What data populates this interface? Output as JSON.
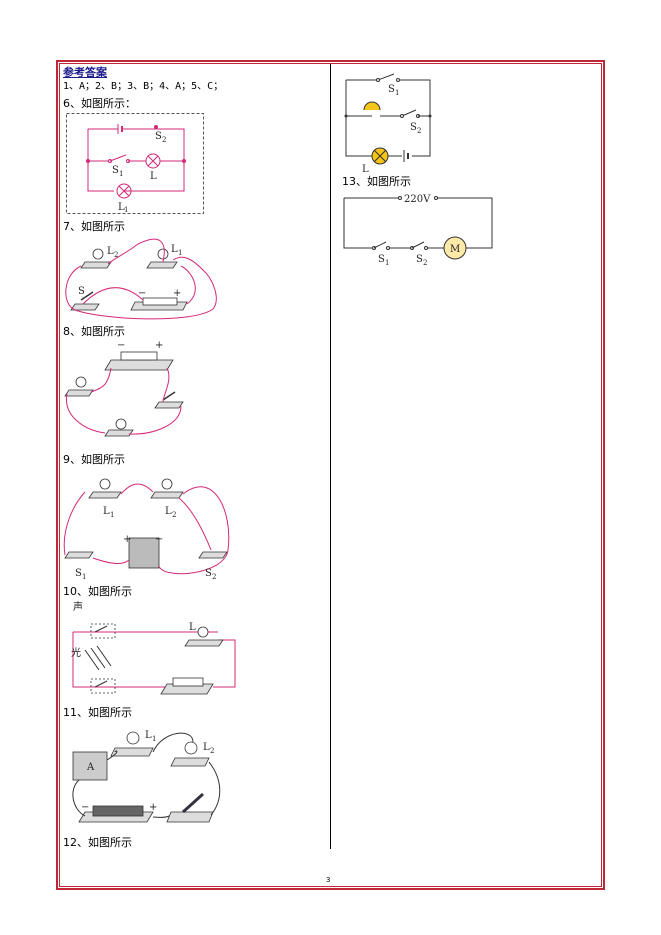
{
  "heading": "参考答案",
  "answers_line": "1、A；2、B；3、B；4、A；5、C；",
  "captions": {
    "q6": "6、如图所示：",
    "q7": "7、如图所示",
    "q8": "8、如图所示",
    "q9": "9、如图所示",
    "q10": "10、如图所示",
    "q11": "11、如图所示",
    "q12": "12、如图所示",
    "q13": "13、如图所示"
  },
  "fig6": {
    "s2": "S",
    "s2_sub": "2",
    "s1": "S",
    "s1_sub": "1",
    "l": "L",
    "l1": "L",
    "l1_sub": "1"
  },
  "fig7": {
    "l2": "L",
    "l2_sub": "2",
    "l1": "L",
    "l1_sub": "1",
    "s": "S",
    "minus": "−",
    "plus": "+"
  },
  "fig8": {
    "minus": "−",
    "plus": "+"
  },
  "fig9": {
    "l1": "L",
    "l1_sub": "1",
    "l2": "L",
    "l2_sub": "2",
    "s1": "S",
    "s1_sub": "1",
    "s2": "S",
    "s2_sub": "2",
    "plus": "+",
    "minus": "−"
  },
  "fig10": {
    "sound": "声",
    "light": "光",
    "l": "L"
  },
  "fig11": {
    "l1": "L",
    "l1_sub": "1",
    "l2": "L",
    "l2_sub": "2",
    "ammeter": "A",
    "minus": "−",
    "plus": "+"
  },
  "fig12": {
    "s1": "S",
    "s1_sub": "1",
    "s2": "S",
    "s2_sub": "2",
    "l": "L"
  },
  "fig13": {
    "voltage": "220V",
    "s1": "S",
    "s1_sub": "1",
    "s2": "S",
    "s2_sub": "2",
    "motor": "M"
  },
  "page_number": "3",
  "colors": {
    "frame": "#c0283a",
    "wire": "#d6287a",
    "heading": "#1a1a8c"
  }
}
